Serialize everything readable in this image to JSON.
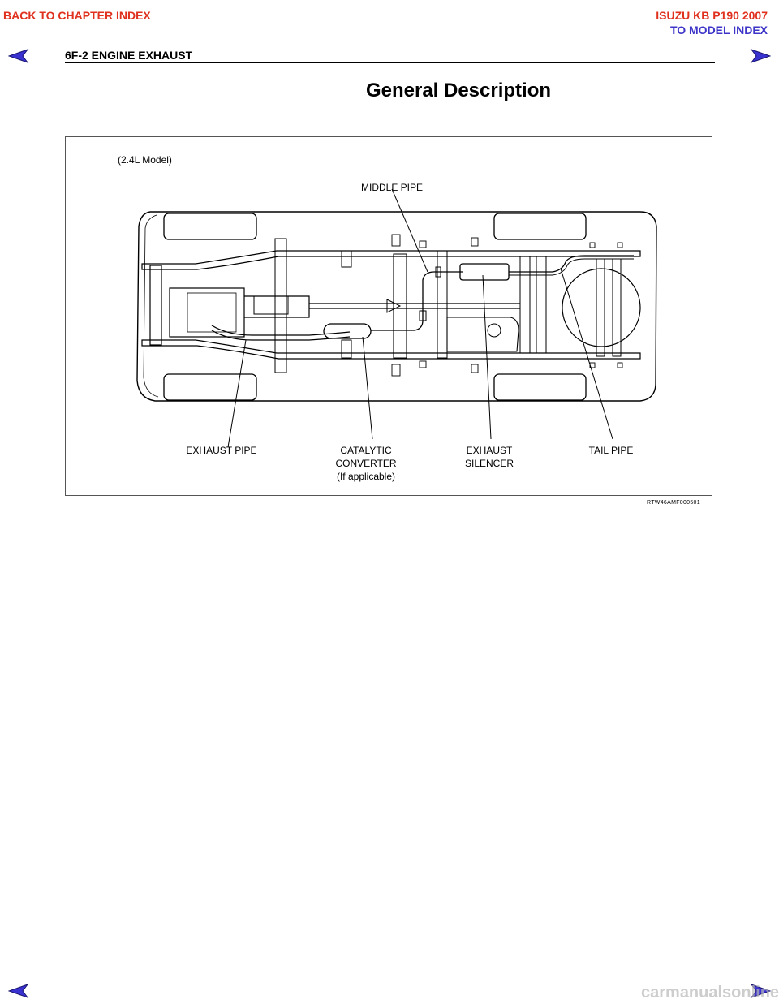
{
  "header": {
    "back_to_chapter": "BACK TO CHAPTER INDEX",
    "model_title": "ISUZU KB P190 2007",
    "to_model_index": "TO MODEL INDEX",
    "section": "6F-2  ENGINE EXHAUST"
  },
  "page": {
    "title": "General Description"
  },
  "figure": {
    "model_label": "(2.4L Model)",
    "labels": {
      "middle_pipe": "MIDDLE PIPE",
      "exhaust_pipe": "EXHAUST PIPE",
      "catalytic_line1": "CATALYTIC",
      "catalytic_line2": "CONVERTER",
      "catalytic_line3": "(If applicable)",
      "silencer_line1": "EXHAUST",
      "silencer_line2": "SILENCER",
      "tail_pipe": "TAIL PIPE"
    },
    "code": "RTW46AMF000501"
  },
  "footer": {
    "watermark": "carmanualsonline.info"
  },
  "colors": {
    "red_link": "#e0301e",
    "blue_link": "#3d35c8",
    "arrow_blue": "#3a32d0"
  },
  "icons": [
    "prev-page-arrow-icon",
    "next-page-arrow-icon"
  ]
}
